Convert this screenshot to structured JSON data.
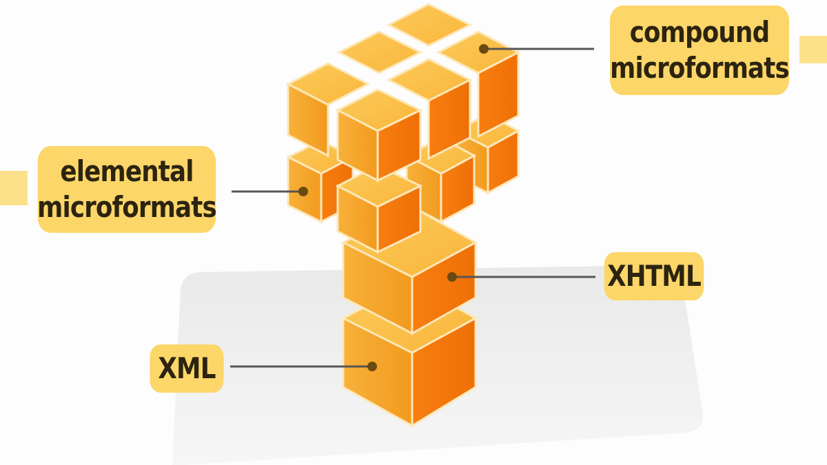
{
  "diagram": {
    "description": "Stacked isometric cube tower showing the microformats layering",
    "colors": {
      "background": "#fdfdfd",
      "platform": "#ececec",
      "label_fill": "#fcd669",
      "label_text": "#2c2410",
      "cube_top": "#fbbf48",
      "cube_left": "#f5a623",
      "cube_right": "#f57b0c",
      "edge": "#fde7b8",
      "connector": "#555555",
      "connector_dot": "#6b4a12"
    },
    "labels": {
      "compound": {
        "line1": "compound",
        "line2": "microformats"
      },
      "elemental": {
        "line1": "elemental",
        "line2": "microformats"
      },
      "xhtml": "XHTML",
      "xml": "XML"
    },
    "layers": [
      {
        "name": "XML",
        "level": 1
      },
      {
        "name": "XHTML",
        "level": 2
      },
      {
        "name": "elemental microformats",
        "level": 3
      },
      {
        "name": "compound microformats",
        "level": 4
      }
    ]
  }
}
